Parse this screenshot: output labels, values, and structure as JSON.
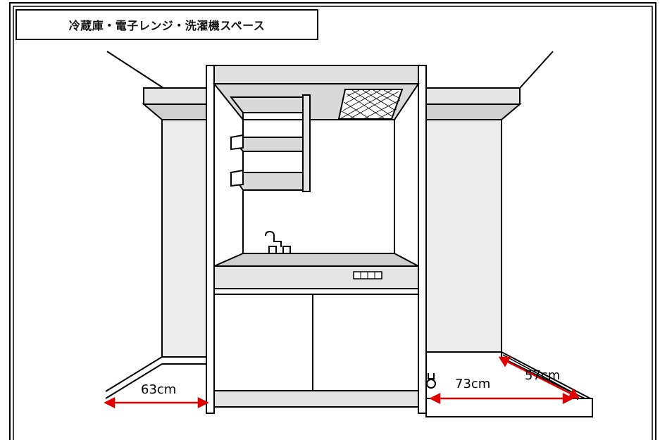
{
  "title": "冷蔵庫・電子レンジ・洗濯機スペース",
  "dimensions": {
    "left_space": "63cm",
    "washer_width": "73cm",
    "washer_depth": "57cm"
  },
  "colors": {
    "outline": "#000000",
    "wall_shade": "#e6e6e6",
    "fixture_gray": "#d9d9d9",
    "arrow": "#e00000"
  }
}
